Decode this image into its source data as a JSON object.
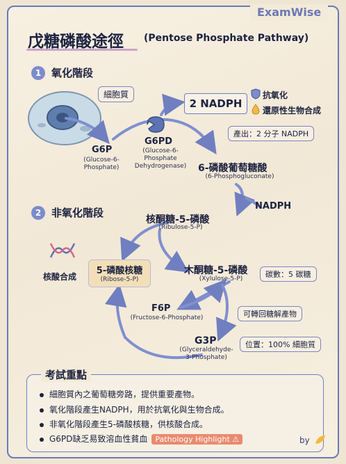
{
  "brand": "ExamWise",
  "title": {
    "cn": "戊糖磷酸途徑",
    "en": "(Pentose Phosphate Pathway)"
  },
  "section1": {
    "num": "1",
    "label": "氧化階段"
  },
  "section2": {
    "num": "2",
    "label": "非氧化階段"
  },
  "cytoplasm_tag": "細胞質",
  "nadph_box": "2 NADPH",
  "benefits": [
    "抗氧化",
    "還原性生物合成"
  ],
  "yield_note": "產出：2 分子 NADPH",
  "nodes": {
    "g6p": {
      "cn": "G6P",
      "en": "(Glucose-6-\nPhosphate)"
    },
    "g6pd": {
      "cn": "G6PD",
      "en": "(Glucose-6-\nPhosphate\nDehydrogenase)"
    },
    "pg": {
      "cn": "6-磷酸葡萄糖酸",
      "en": "(6-Phosphogluconate)"
    },
    "nadph_side": "NADPH",
    "ru5p": {
      "cn": "核酮糖-5-磷酸",
      "en": "(Ribulose-5-P)"
    },
    "r5p": {
      "cn": "5-磷酸核糖",
      "en": "(Ribose-5-P)"
    },
    "xu5p": {
      "cn": "木酮糖-5-磷酸",
      "en": "(Xylulose-5-P)"
    },
    "f6p": {
      "cn": "F6P",
      "en": "(Fructose-6-Phosphate)"
    },
    "g3p": {
      "cn": "G3P",
      "en": "(Glyceraldehyde-\n3-Phosphate)"
    }
  },
  "nucleic_label": "核酸合成",
  "side_tags": {
    "carbon": "碳數：5 碳糖",
    "glycolysis": "可轉回糖解產物",
    "location": "位置：100% 細胞質"
  },
  "summary": {
    "title": "考試重點",
    "bullets": [
      "細胞質內之葡萄糖旁路，提供重要產物。",
      "氧化階段產生NADPH，用於抗氧化與生物合成。",
      "非氧化階段產生5-磷酸核糖，供核酸合成。",
      "G6PD缺乏易致溶血性貧血"
    ],
    "pathology": "Pathology Highlight ⚠"
  },
  "by_label": "by"
}
